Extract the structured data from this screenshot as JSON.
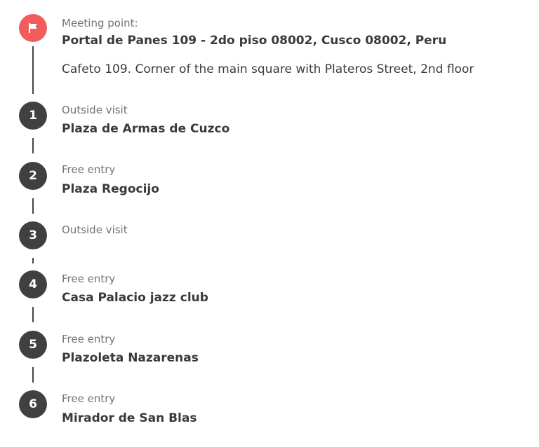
{
  "meeting": {
    "label": "Meeting point:",
    "address": "Portal de Panes 109 - 2do piso 08002, Cusco 08002, Peru",
    "description": "Cafeto 109. Corner of the main square with Plateros Street, 2nd floor",
    "icon": "flag-icon",
    "color": "#f25c5c"
  },
  "stops": [
    {
      "number": "1",
      "type": "Outside visit",
      "name": "Plaza de Armas de Cuzco"
    },
    {
      "number": "2",
      "type": "Free entry",
      "name": "Plaza Regocijo"
    },
    {
      "number": "3",
      "type": "Outside visit",
      "name": ""
    },
    {
      "number": "4",
      "type": "Free entry",
      "name": "Casa Palacio jazz club"
    },
    {
      "number": "5",
      "type": "Free entry",
      "name": "Plazoleta Nazarenas"
    },
    {
      "number": "6",
      "type": "Free entry",
      "name": "Mirador de San Blas"
    }
  ]
}
